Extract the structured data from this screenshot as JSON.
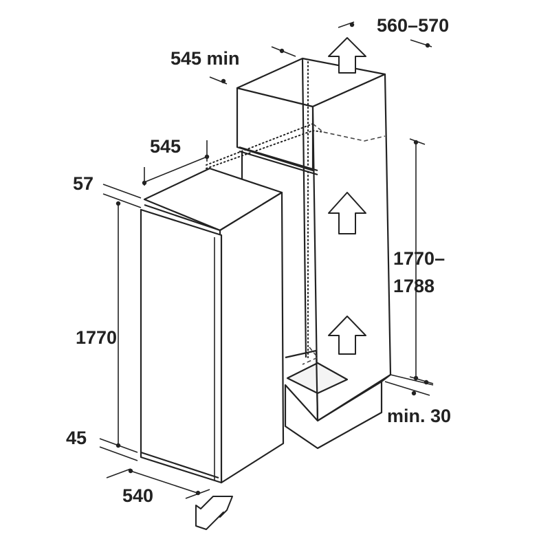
{
  "dimensions": {
    "niche_width": "560–570",
    "niche_depth": "545 min",
    "appliance_depth": "545",
    "top_offset": "57",
    "appliance_height": "1770",
    "niche_height_line1": "1770–",
    "niche_height_line2": "1788",
    "bottom_offset": "45",
    "appliance_width": "540",
    "ventilation_gap": "min. 30"
  },
  "colors": {
    "line": "#222222",
    "background": "#ffffff"
  },
  "icons": {
    "airflow": "up-arrow-icon",
    "airflow_inlet": "diagonal-arrow-icon"
  }
}
